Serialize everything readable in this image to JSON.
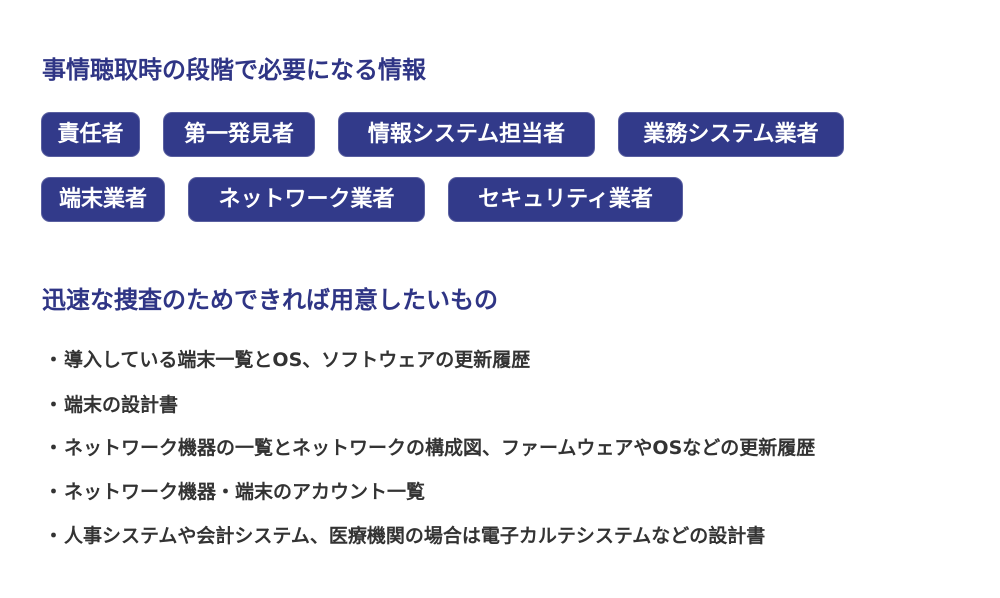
{
  "section1": {
    "heading": "事情聴取時の段階で必要になる情報",
    "tags": [
      "責任者",
      "第一発見者",
      "情報システム担当者",
      "業務システム業者",
      "端末業者",
      "ネットワーク業者",
      "セキュリティ業者"
    ]
  },
  "section2": {
    "heading": "迅速な捜査のためできれば用意したいもの",
    "bullet": "・",
    "items": [
      "導入している端末一覧とOS、ソフトウェアの更新履歴",
      "端末の設計書",
      "ネットワーク機器の一覧とネットワークの構成図、ファームウェアやOSなどの更新履歴",
      "ネットワーク機器・端末のアカウント一覧",
      "人事システムや会計システム、医療機関の場合は電子カルテシステムなどの設計書"
    ]
  },
  "colors": {
    "heading": "#2f3585",
    "tag_bg": "#323a8a",
    "text": "#333333"
  }
}
